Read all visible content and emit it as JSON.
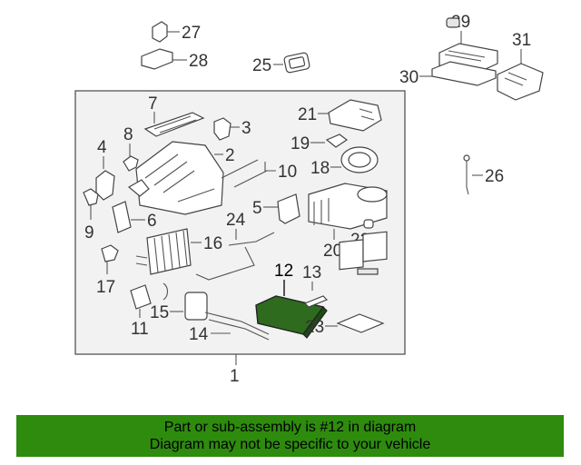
{
  "diagram": {
    "assembly_label": "1",
    "highlighted_label": "12",
    "highlight_color": "#2f6b1f",
    "callouts": {
      "p2": "2",
      "p3": "3",
      "p4": "4",
      "p5": "5",
      "p6": "6",
      "p7": "7",
      "p8": "8",
      "p9": "9",
      "p10": "10",
      "p11": "11",
      "p13": "13",
      "p14": "14",
      "p15": "15",
      "p16": "16",
      "p17": "17",
      "p18": "18",
      "p19": "19",
      "p20": "20",
      "p21": "21",
      "p22": "22",
      "p23": "23",
      "p24": "24",
      "p25": "25",
      "p26": "26",
      "p27": "27",
      "p28": "28",
      "p29": "29",
      "p30": "30",
      "p31": "31"
    }
  },
  "banner": {
    "line1": "Part or sub-assembly is #12 in diagram",
    "line2": "Diagram may not be specific to your vehicle",
    "background": "#2e8b0e"
  }
}
